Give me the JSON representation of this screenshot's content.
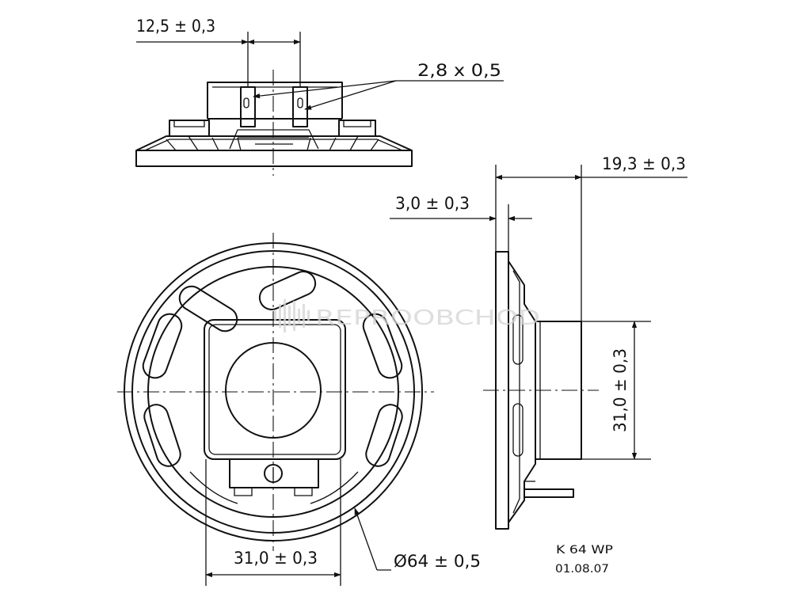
{
  "drawing": {
    "watermark": "REPROOBCHOD",
    "model": "K 64 WP",
    "date": "01.08.07"
  },
  "dimensions": {
    "terminal_spacing": "12,5 ± 0,3",
    "terminal_size": "2,8 x 0,5",
    "overall_depth": "19,3 ± 0,3",
    "frame_thickness": "3,0 ± 0,3",
    "magnet_height": "31,0 ± 0,3",
    "magnet_width": "31,0 ± 0,3",
    "diameter": "Ø64 ± 0,5"
  },
  "colors": {
    "line": "#111111",
    "background": "#ffffff",
    "watermark": "#d4d4d4"
  }
}
